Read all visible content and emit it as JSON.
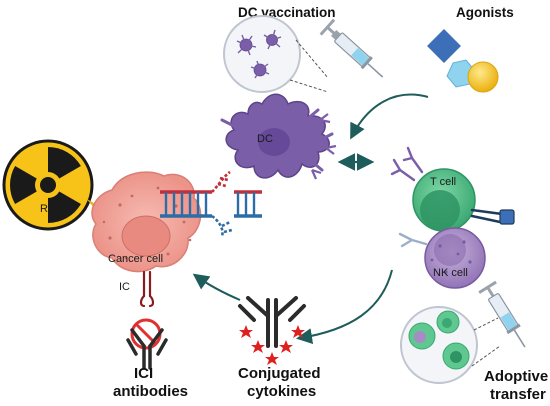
{
  "labels": {
    "dc_vaccination": "DC vaccination",
    "agonists": "Agonists",
    "dc": "DC",
    "t_cell": "T cell",
    "nk_cell": "NK cell",
    "rt": "RT",
    "cancer_cell": "Cancer cell",
    "ic": "IC",
    "ici_antibodies_line1": "ICI",
    "ici_antibodies_line2": "antibodies",
    "conjugated_cytokines_line1": "Conjugated",
    "conjugated_cytokines_line2": "cytokines",
    "adoptive_transfer_line1": "Adoptive",
    "adoptive_transfer_line2": "transfer"
  },
  "colors": {
    "cancer_cell": "#f2a89c",
    "dc": "#7b5ea8",
    "t_cell": "#4fbf84",
    "nk_cell": "#a78bc4",
    "radiation_yellow": "#f7c318",
    "arrow": "#1f5c5c",
    "antibody": "#2b2b2b",
    "cytokine": "#e02020",
    "inhibit_red": "#e03030",
    "agonist_blue": "#3d6fb8",
    "agonist_cyan": "#8fd3ee",
    "agonist_gold": "#f5c518"
  },
  "icons": [
    "radiation-icon",
    "syringe-icon",
    "antibody-icon",
    "no-symbol-icon",
    "dna-icon",
    "agonist-shapes-icon"
  ]
}
